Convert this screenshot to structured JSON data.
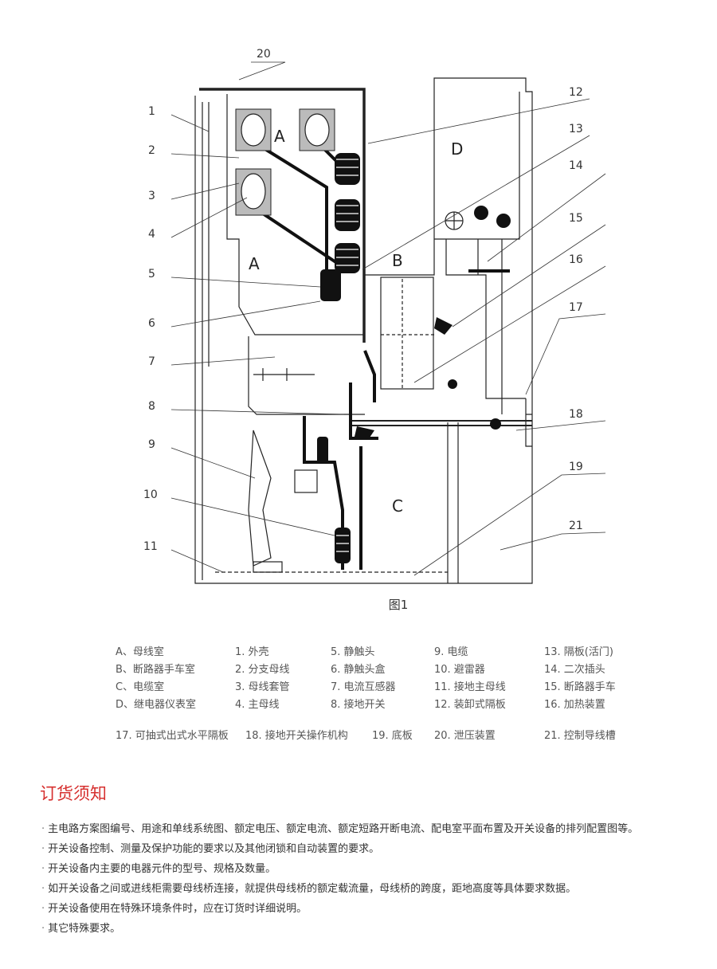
{
  "figure": {
    "caption": "图1",
    "callouts": [
      "1",
      "2",
      "3",
      "4",
      "5",
      "6",
      "7",
      "8",
      "9",
      "10",
      "11",
      "20",
      "12",
      "13",
      "14",
      "15",
      "16",
      "17",
      "18",
      "19",
      "21"
    ],
    "compartments": [
      "A",
      "A",
      "B",
      "C",
      "D"
    ]
  },
  "legend": {
    "col1": [
      "A、母线室",
      "B、断路器手车室",
      "C、电缆室",
      "D、继电器仪表室"
    ],
    "col2": [
      "1. 外壳",
      "2. 分支母线",
      "3. 母线套管",
      "4. 主母线"
    ],
    "col3": [
      "5. 静触头",
      "6. 静触头盒",
      "7. 电流互感器",
      "8. 接地开关"
    ],
    "col4": [
      "9. 电缆",
      "10. 避雷器",
      "11. 接地主母线",
      "12. 装卸式隔板"
    ],
    "col5": [
      "13. 隔板(活门)",
      "14. 二次插头",
      "15. 断路器手车",
      "16. 加热装置"
    ],
    "bottom": [
      "17. 可抽式出式水平隔板",
      "18. 接地开关操作机构",
      "19. 底板",
      "20. 泄压装置",
      "21. 控制导线槽"
    ]
  },
  "ordering": {
    "title": "订货须知",
    "bullet": "·",
    "items": [
      "主电路方案图编号、用途和单线系统图、额定电压、额定电流、额定短路开断电流、配电室平面布置及开关设备的排列配置图等。",
      "开关设备控制、测量及保护功能的要求以及其他闭锁和自动装置的要求。",
      "开关设备内主要的电器元件的型号、规格及数量。",
      "如开关设备之间或进线柜需要母线桥连接，就提供母线桥的额定载流量，母线桥的跨度，距地高度等具体要求数据。",
      "开关设备使用在特殊环境条件时，应在订货时详细说明。",
      "其它特殊要求。"
    ]
  }
}
